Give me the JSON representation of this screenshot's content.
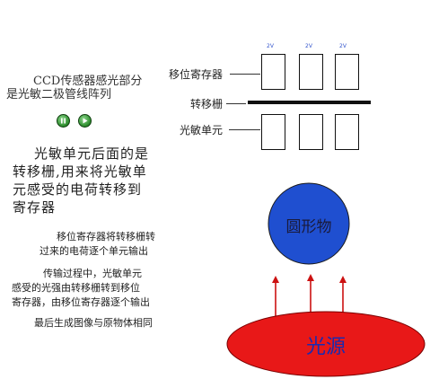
{
  "intro": {
    "title_line1": "CCD传感器感光部分",
    "title_line2": "是光敏二极管线阵列"
  },
  "controls": {
    "pause_icon": "pause-icon",
    "play_icon": "play-icon",
    "accent_color": "#2a8a2a"
  },
  "paragraphs": {
    "p1": [
      "光敏单元后面的是",
      "转移栅,用来将光敏单",
      "元感受的电荷转移到",
      "寄存器"
    ],
    "p2": [
      "移位寄存器将转移栅转",
      "过来的电荷逐个单元输出"
    ],
    "p3": [
      "传输过程中，光敏单元",
      "感受的光强由转移栅转到移位",
      "寄存器，由移位寄存器逐个输出"
    ],
    "p4": "最后生成图像与原物体相同"
  },
  "diagram": {
    "label_shift_register": "移位寄存器",
    "label_transfer_gate": "转移栅",
    "label_photo_unit": "光敏单元",
    "voltages": [
      "2V",
      "2V",
      "2V"
    ],
    "object_label": "圆形物",
    "light_source_label": "光源",
    "object_color": "#1f4fd0",
    "light_color": "#e81818",
    "arrow_color": "#cc1111"
  }
}
